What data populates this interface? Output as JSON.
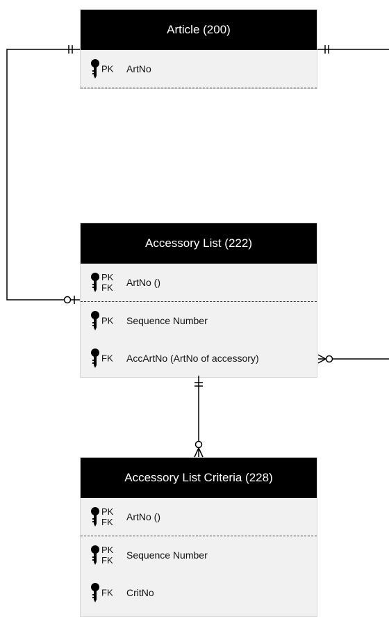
{
  "entities": [
    {
      "title": "Article (200)",
      "attributes": [
        {
          "kind": [
            "PK"
          ],
          "name": "ArtNo"
        }
      ]
    },
    {
      "title": "Accessory List (222)",
      "attributes": [
        {
          "kind": [
            "PK",
            "FK"
          ],
          "name": "ArtNo ()"
        },
        {
          "kind": [
            "PK"
          ],
          "name": "Sequence Number"
        },
        {
          "kind": [
            "FK"
          ],
          "name": "AccArtNo (ArtNo of accessory)"
        }
      ]
    },
    {
      "title": "Accessory List Criteria (228)",
      "attributes": [
        {
          "kind": [
            "PK",
            "FK"
          ],
          "name": "ArtNo ()"
        },
        {
          "kind": [
            "PK",
            "FK"
          ],
          "name": "Sequence Number"
        },
        {
          "kind": [
            "FK"
          ],
          "name": "CritNo"
        }
      ]
    }
  ],
  "relationships": [
    {
      "from": "Article (200)",
      "to": "Accessory List (222)",
      "from_cardinality": "one-and-only-one",
      "to_cardinality": "zero-or-one"
    },
    {
      "from": "Accessory List (222)",
      "to": "Accessory List Criteria (228)",
      "from_cardinality": "one-and-only-one",
      "to_cardinality": "zero-or-many"
    },
    {
      "from": "Article (200)",
      "to": "off-page",
      "from_cardinality": "one-and-only-one"
    },
    {
      "from": "Accessory List (222)",
      "to": "off-page",
      "from_cardinality": "zero-or-many"
    }
  ],
  "colors": {
    "header_bg": "#000000",
    "header_text": "#ffffff",
    "body_bg": "#f1f1f1",
    "line": "#000000"
  },
  "icons": {
    "key": "key-icon"
  }
}
